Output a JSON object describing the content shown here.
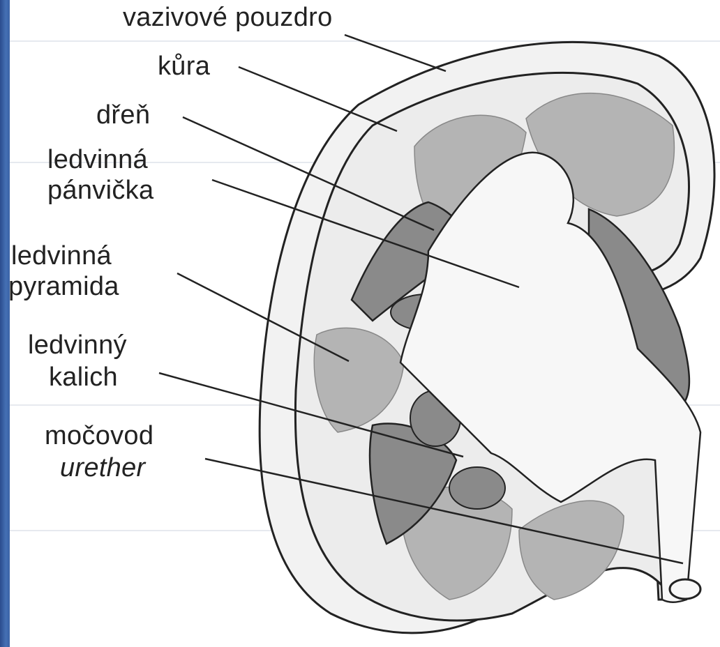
{
  "diagram": {
    "labels": {
      "capsule": "vazivové pouzdro",
      "cortex": "kůra",
      "medulla": "dřeň",
      "pelvis_1": "ledvinná",
      "pelvis_2": "pánvička",
      "pyramid_1": "ledvinná",
      "pyramid_2": "pyramida",
      "calyx_1": "ledvinný",
      "calyx_2": "kalich",
      "ureter_1": "močovod",
      "ureter_2": "urether"
    },
    "colors": {
      "background": "#3a5fa0",
      "panel": "#ffffff",
      "capsule": "#f2f2f2",
      "cortex": "#ececec",
      "pyramid": "#b4b4b4",
      "medulla_dark": "#8a8a8a",
      "pelvis": "#f7f7f7",
      "outline": "#222222"
    }
  }
}
